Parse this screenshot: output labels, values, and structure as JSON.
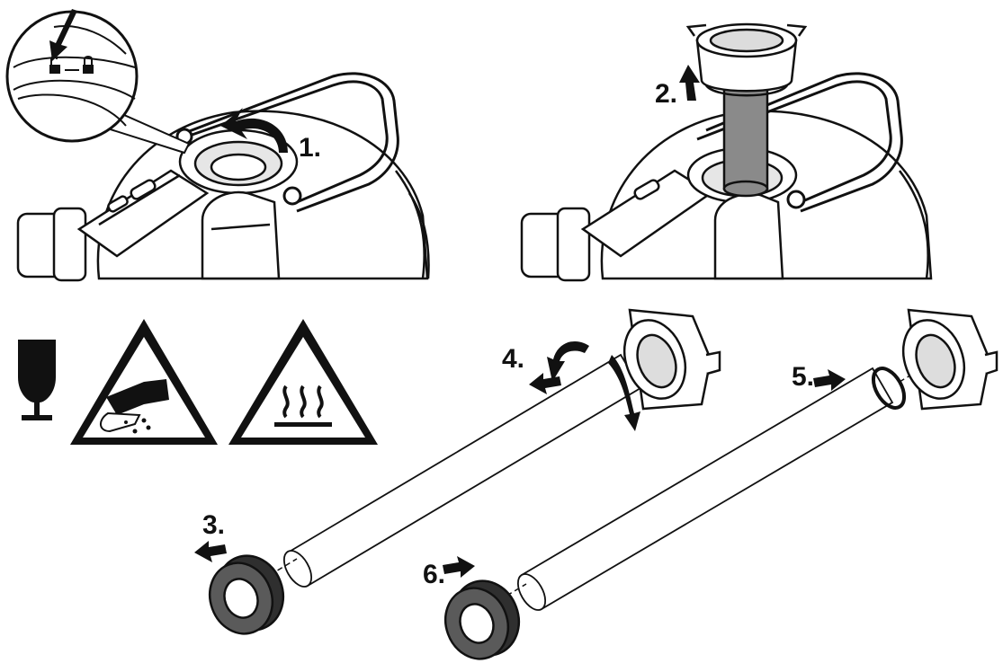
{
  "steps": {
    "s1": "1.",
    "s2": "2.",
    "s3": "3.",
    "s4": "4.",
    "s5": "5.",
    "s6": "6."
  },
  "icons": [
    "fragile-glass-icon",
    "cut-hand-warning-icon",
    "hot-surface-warning-icon"
  ],
  "colors": {
    "line": "#111111",
    "fill_grey": "#8a8a8a",
    "nut_dark": "#3a3a3a",
    "bg": "#ffffff"
  }
}
